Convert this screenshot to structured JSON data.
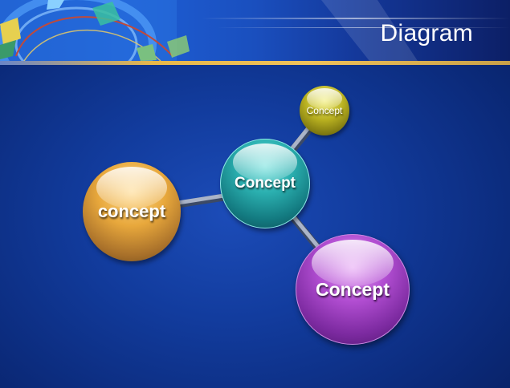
{
  "slide": {
    "title": "Diagram"
  },
  "diagram": {
    "nodes": [
      {
        "id": "center",
        "label": "Concept",
        "color": "#2bb0b0"
      },
      {
        "id": "left",
        "label": "concept",
        "color": "#e8a83c"
      },
      {
        "id": "top-right",
        "label": "Concept",
        "color": "#b8b020"
      },
      {
        "id": "bottom-right",
        "label": "Concept",
        "color": "#b24ed2"
      }
    ],
    "edges": [
      {
        "from": "center",
        "to": "left"
      },
      {
        "from": "center",
        "to": "top-right"
      },
      {
        "from": "center",
        "to": "bottom-right"
      }
    ]
  }
}
